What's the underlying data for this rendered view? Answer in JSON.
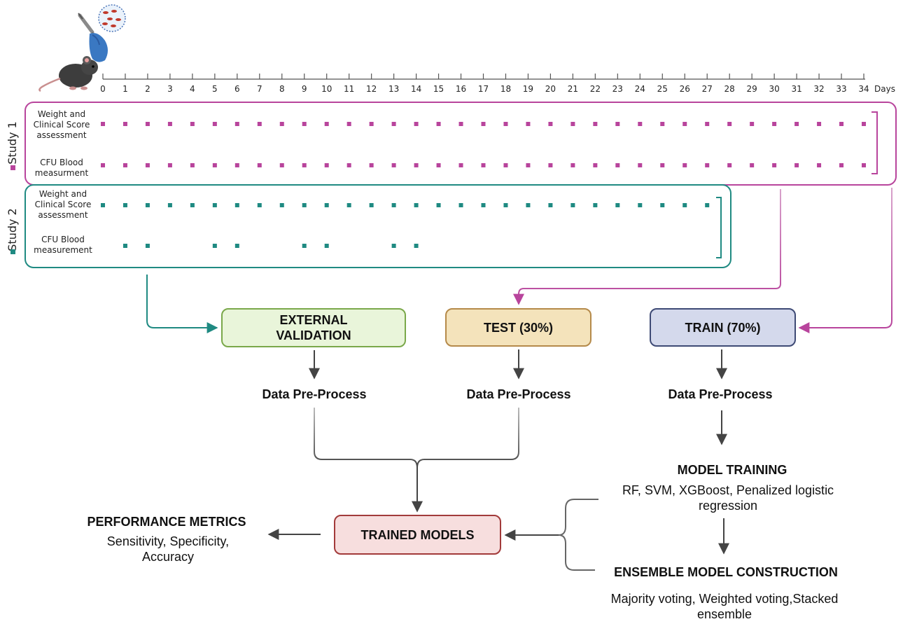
{
  "timeline": {
    "days": [
      "0",
      "1",
      "2",
      "3",
      "4",
      "5",
      "6",
      "7",
      "8",
      "9",
      "10",
      "11",
      "12",
      "13",
      "14",
      "15",
      "16",
      "17",
      "18",
      "19",
      "20",
      "21",
      "22",
      "23",
      "24",
      "25",
      "26",
      "27",
      "28",
      "29",
      "30",
      "31",
      "32",
      "33",
      "34"
    ],
    "unit": "Days"
  },
  "study1": {
    "label": "Study 1",
    "color": "#b8449c",
    "rows": [
      {
        "label": "Weight and\nClinical Score\nassessment",
        "days": [
          0,
          1,
          2,
          3,
          4,
          5,
          6,
          7,
          8,
          9,
          10,
          11,
          12,
          13,
          14,
          15,
          16,
          17,
          18,
          19,
          20,
          21,
          22,
          23,
          24,
          25,
          26,
          27,
          28,
          29,
          30,
          31,
          32,
          33,
          34
        ]
      },
      {
        "label": "CFU Blood\nmeasurment",
        "days": [
          0,
          1,
          2,
          3,
          4,
          5,
          6,
          7,
          8,
          9,
          10,
          11,
          12,
          13,
          14,
          15,
          16,
          17,
          18,
          19,
          20,
          21,
          22,
          23,
          24,
          25,
          26,
          27,
          28,
          29,
          30,
          31,
          32,
          33,
          34
        ]
      }
    ]
  },
  "study2": {
    "label": "Study 2",
    "color": "#1f8a82",
    "rows": [
      {
        "label": "Weight and\nClinical Score\nassessment",
        "days": [
          0,
          1,
          2,
          3,
          4,
          5,
          6,
          7,
          8,
          9,
          10,
          11,
          12,
          13,
          14,
          15,
          16,
          17,
          18,
          19,
          20,
          21,
          22,
          23,
          24,
          25,
          26,
          27
        ]
      },
      {
        "label": "CFU Blood\nmeasurement",
        "days": [
          1,
          2,
          5,
          6,
          9,
          10,
          13,
          14
        ]
      }
    ]
  },
  "boxes": {
    "external_validation": "EXTERNAL\nVALIDATION",
    "test": "TEST (30%)",
    "train": "TRAIN (70%)",
    "trained_models": "TRAINED MODELS"
  },
  "preprocess": {
    "external": "Data Pre-Process",
    "test": "Data Pre-Process",
    "train": "Data Pre-Process"
  },
  "model_training": {
    "title": "MODEL TRAINING",
    "desc": "RF, SVM, XGBoost, Penalized logistic\nregression"
  },
  "ensemble": {
    "title": "ENSEMBLE MODEL CONSTRUCTION",
    "desc": "Majority voting, Weighted voting,Stacked\nensemble"
  },
  "performance": {
    "title": "PERFORMANCE METRICS",
    "desc": "Sensitivity, Specificity,\nAccuracy"
  },
  "colors": {
    "magenta": "#b8449c",
    "teal": "#1f8a82",
    "external_fill": "#e9f5da",
    "external_border": "#7aa84a",
    "test_fill": "#f4e3bb",
    "test_border": "#b58a4a",
    "train_fill": "#d4d9ec",
    "train_border": "#3e4a75",
    "trained_fill": "#f7dede",
    "trained_border": "#a23a3a",
    "arrow_gray": "#444444"
  }
}
